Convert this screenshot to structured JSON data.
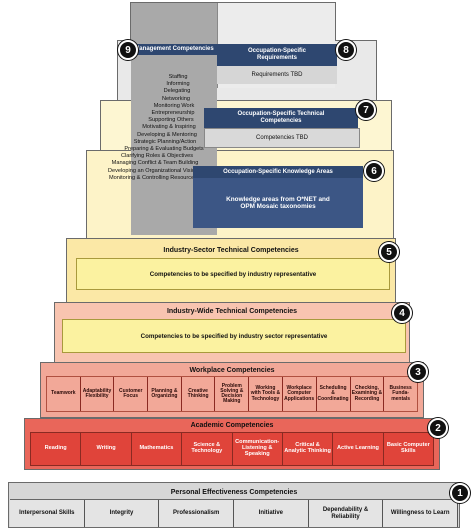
{
  "tiers": {
    "t1": {
      "number": "1",
      "title": "Personal Effectiveness Competencies",
      "items": [
        "Interpersonal Skills",
        "Integrity",
        "Professionalism",
        "Initiative",
        "Dependability & Reliability",
        "Willingness to Learn"
      ]
    },
    "t2": {
      "number": "2",
      "title": "Academic Competencies",
      "items": [
        "Reading",
        "Writing",
        "Mathematics",
        "Science & Technology",
        "Communication- Listening & Speaking",
        "Critical & Analytic Thinking",
        "Active Learning",
        "Basic Computer Skills"
      ]
    },
    "t3": {
      "number": "3",
      "title": "Workplace Competencies",
      "items": [
        "Teamwork",
        "Adaptability Flexibility",
        "Customer Focus",
        "Planning & Organizing",
        "Creative Thinking",
        "Problem Solving & Decision Making",
        "Working with Tools & Technology",
        "Workplace Computer Applications",
        "Scheduling & Coordinating",
        "Checking, Examining & Recording",
        "Business Funda- mentals"
      ]
    },
    "t4": {
      "number": "4",
      "title": "Industry-Wide Technical Competencies",
      "body": "Competencies to be specified by industry sector representative"
    },
    "t5": {
      "number": "5",
      "title": "Industry-Sector Technical Competencies",
      "body": "Competencies to be specified by industry representative"
    },
    "t6": {
      "number": "6",
      "title": "Occupation-Specific Knowledge Areas",
      "body": "Knowledge areas from O*NET and OPM Mosaic taxonomies"
    },
    "t7": {
      "number": "7",
      "title": "Occupation-Specific Technical Competencies",
      "body": "Competencies TBD"
    },
    "t8": {
      "number": "8",
      "title": "Occupation-Specific Requirements",
      "body": "Requirements TBD"
    },
    "t9": {
      "number": "9",
      "title": "Management Competencies",
      "items": [
        "Staffing",
        "Informing",
        "Delegating",
        "Networking",
        "Monitoring Work",
        "Entrepreneurship",
        "Supporting Others",
        "Motivating & Inspiring",
        "Developing & Mentoring",
        "Strategic Planning/Action",
        "Preparing & Evaluating Budgets",
        "Clarifying Roles & Objectives",
        "Managing Conflict & Team Building",
        "Developing an Organizational Vision",
        "Monitoring & Controlling Resources"
      ]
    }
  },
  "colors": {
    "tier1": "#d4d4d4",
    "tier2": "#e0443a",
    "tier3": "#f0a090",
    "tier4": "#f6b9a8",
    "tier5": "#fbe6a8",
    "tier6": "#fbf2c6",
    "tier_upper": "#e8e8e8",
    "navy": "#2e4770",
    "mgmt_gray": "#a6a6a6",
    "yellow": "#fbf2a0"
  }
}
